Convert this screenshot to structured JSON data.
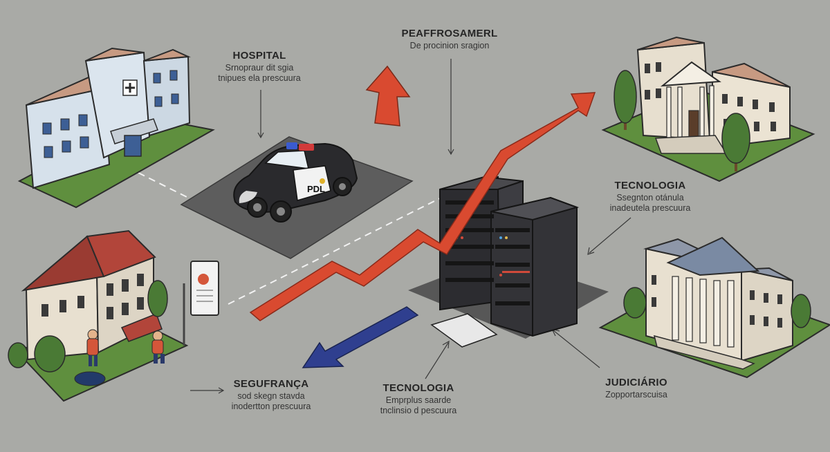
{
  "header": {
    "title": "PEAFFROSAMERL",
    "subtitle": "De procinion sragion"
  },
  "labels": {
    "hospital": {
      "title": "HOSPITAL",
      "line1": "Srnopraur dit sgia",
      "line2": "tnipues ela prescuura"
    },
    "tecnologia_right": {
      "title": "TECNOLOGIA",
      "line1": "Ssegnton otánula",
      "line2": "inadeutela prescuura"
    },
    "seguranca": {
      "title": "SEGUFRANÇA",
      "line1": "sod skegn stavda",
      "line2": "inodertton prescuura"
    },
    "tecnologia_bottom": {
      "title": "TECNOLOGIA",
      "line1": "Emprplus saarde",
      "line2": "tnclinsio d pescuura"
    },
    "judiciario": {
      "title": "JUDICIÁRIO",
      "line1": "Zopportarscuisa"
    }
  },
  "police_car_text": "PDL",
  "colors": {
    "background": "#a9aaa6",
    "up_arrow": "#d94a30",
    "down_arrow": "#2f3f8f",
    "server": "#3a3a3e",
    "grass": "#5f8f3e"
  }
}
